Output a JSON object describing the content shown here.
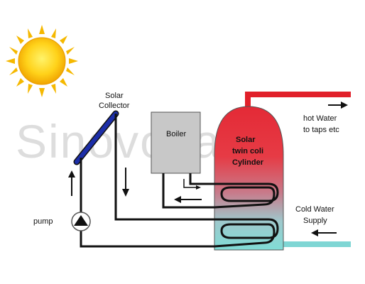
{
  "labels": {
    "collector": [
      "Solar",
      "Collector"
    ],
    "boiler": "Boiler",
    "cylinder": [
      "Solar",
      "twin coli",
      "Cylinder"
    ],
    "hot_water": [
      "hot Water",
      "to taps etc"
    ],
    "cold_water": [
      "Cold Water",
      "Supply"
    ],
    "pump": "pump"
  },
  "watermark": "Sinovoltaics",
  "colors": {
    "sun": "#f5b800",
    "panel": "#1c2ea8",
    "boiler": "#c8c8c8",
    "hot_pipe": "#e1202a",
    "cold_pipe": "#7fd6d4",
    "tank_top": "#e8303a",
    "tank_bottom": "#86dcd8",
    "pipe": "#111111"
  }
}
